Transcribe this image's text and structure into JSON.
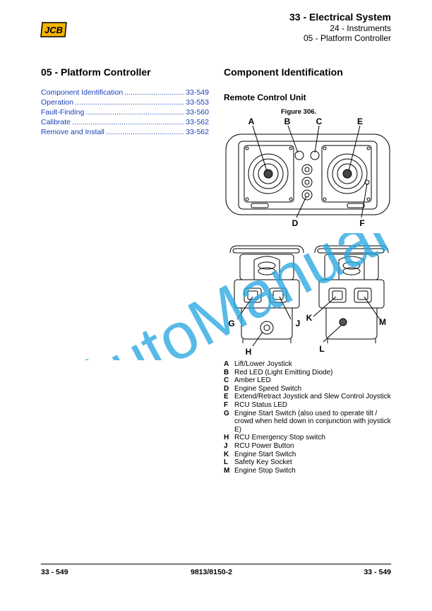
{
  "header": {
    "logo": "JCB",
    "title": "33 - Electrical System",
    "line2": "24 - Instruments",
    "line3": "05 - Platform Controller"
  },
  "left": {
    "title": "05 - Platform Controller",
    "toc": [
      {
        "label": "Component Identification",
        "page": "33-549"
      },
      {
        "label": "Operation",
        "page": "33-553"
      },
      {
        "label": "Fault-Finding",
        "page": "33-560"
      },
      {
        "label": "Calibrate",
        "page": "33-562"
      },
      {
        "label": "Remove and Install",
        "page": "33-562"
      }
    ]
  },
  "right": {
    "title": "Component Identification",
    "subtitle": "Remote Control Unit",
    "figure_caption": "Figure 306.",
    "callouts": {
      "A": "A",
      "B": "B",
      "C": "C",
      "D": "D",
      "E": "E",
      "F": "F",
      "G": "G",
      "H": "H",
      "J": "J",
      "K": "K",
      "L": "L",
      "M": "M"
    },
    "legend": [
      {
        "key": "A",
        "text": "Lift/Lower Joystick"
      },
      {
        "key": "B",
        "text": "Red LED (Light Emitting Diode)"
      },
      {
        "key": "C",
        "text": "Amber LED"
      },
      {
        "key": "D",
        "text": "Engine Speed Switch"
      },
      {
        "key": "E",
        "text": "Extend/Retract Joystick and Slew Control Joystick"
      },
      {
        "key": "F",
        "text": "RCU Status LED"
      },
      {
        "key": "G",
        "text": "Engine Start Switch (also used to operate tilt / crowd when held down in conjunction with joystick E)"
      },
      {
        "key": "H",
        "text": "RCU Emergency Stop switch"
      },
      {
        "key": "J",
        "text": "RCU Power Button"
      },
      {
        "key": "K",
        "text": "Engine Start Switch"
      },
      {
        "key": "L",
        "text": "Safety Key Socket"
      },
      {
        "key": "M",
        "text": "Engine Stop Switch"
      }
    ]
  },
  "footer": {
    "left": "33 - 549",
    "center": "9813/8150-2",
    "right": "33 - 549"
  },
  "watermark": "AutoManual",
  "colors": {
    "link": "#1a3fb4",
    "watermark": "#29a6e0"
  }
}
